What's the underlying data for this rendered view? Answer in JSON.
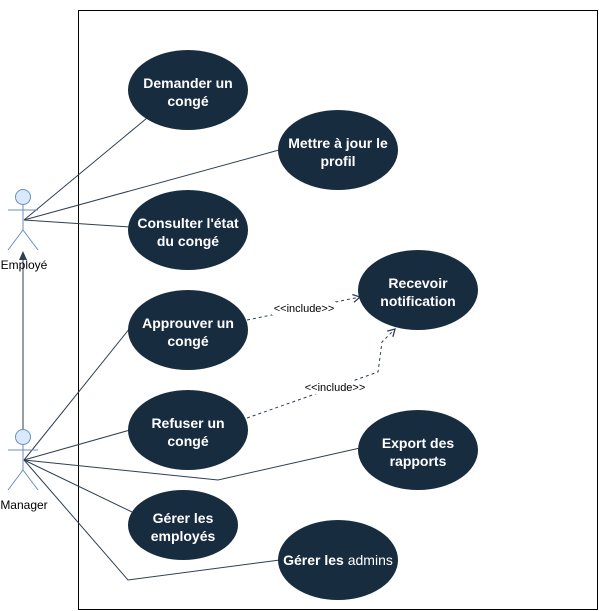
{
  "colors": {
    "usecase_fill": "#182c40",
    "usecase_text": "#ffffff",
    "actor_fill": "#dae8fc",
    "actor_stroke": "#6c8ebf",
    "line": "#2e3f52"
  },
  "actors": {
    "employee": {
      "label": "Employé"
    },
    "manager": {
      "label": "Manager"
    }
  },
  "usecases": {
    "request_leave": {
      "line1": "Demander un",
      "line2": "congé"
    },
    "update_profile": {
      "line1": "Mettre à jour le",
      "line2": "profil"
    },
    "check_status": {
      "line1": "Consulter l'état",
      "line2": "du congé"
    },
    "receive_notification": {
      "line1": "Recevoir",
      "line2": "notification"
    },
    "approve_leave": {
      "line1": "Approuver un",
      "line2": "congé"
    },
    "refuse_leave": {
      "line1": "Refuser un",
      "line2": "congé"
    },
    "export_reports": {
      "line1": "Export des",
      "line2": "rapports"
    },
    "manage_employees": {
      "line1": "Gérer les",
      "line2": "employés"
    },
    "manage_admins": {
      "bold": "Gérer les",
      "normal": "admins"
    }
  },
  "relations": {
    "include_approve": "<<include>>",
    "include_refuse": "<<include>>"
  }
}
